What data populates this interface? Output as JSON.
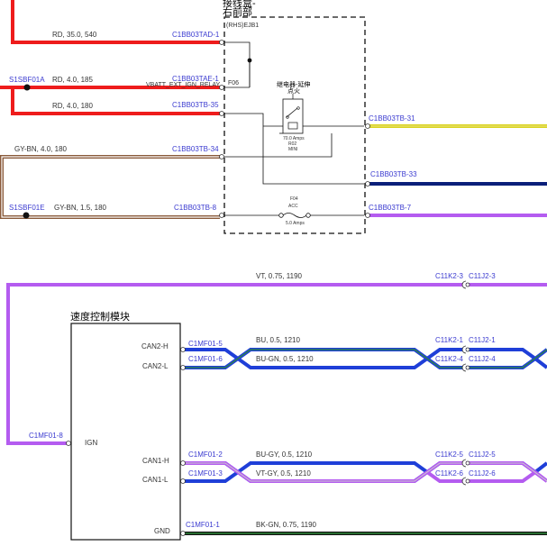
{
  "colors": {
    "red": "#ee1c1c",
    "brown": "#8a5a3a",
    "brown_inner": "#ffffff",
    "yellow": "#d9d21f",
    "navy": "#0a1f7a",
    "violet": "#b45cf0",
    "blue": "#1f3fd8",
    "bu_gn_blue": "#1f3fd8",
    "green": "#2f8a3a",
    "pin_text": "#3b3bd0"
  },
  "junction_box": {
    "title_line1": "接线盒-",
    "title_line2": "右前部",
    "ref": "(RHS)EJB1",
    "fuse_f06": "F06",
    "relay": {
      "title_line1": "继电器-延伸",
      "title_line2": "点火",
      "amps": "70.0 Amps",
      "id": "R02",
      "size": "MINI"
    },
    "fuse": {
      "id": "F04",
      "name": "ACC",
      "amps": "5.0 Amps"
    }
  },
  "wires_top": [
    {
      "label": "RD, 35.0, 540",
      "connector": "C1BB03TAD-1"
    },
    {
      "splice": "S1SBF01A",
      "label": "RD, 4.0, 185",
      "connector": "C1BB03TAE-1",
      "extra": "VBATT_EXT_IGN_RELAY"
    },
    {
      "label": "RD, 4.0, 180",
      "connector": "C1BB03TB-35"
    },
    {
      "label": "GY-BN, 4.0, 180",
      "connector": "C1BB03TB-34"
    },
    {
      "splice": "S1SBF01E",
      "label": "GY-BN, 1.5, 180",
      "connector": "C1BB03TB-8"
    }
  ],
  "outputs": [
    {
      "connector": "C1BB03TB-31"
    },
    {
      "connector": "C1BB03TB-33"
    },
    {
      "connector": "C1BB03TB-7"
    }
  ],
  "module": {
    "title": "速度控制模块",
    "pins": {
      "can2h": "CAN2-H",
      "can2l": "CAN2-L",
      "ign": "IGN",
      "can1h": "CAN1-H",
      "can1l": "CAN1-L",
      "gnd": "GND"
    }
  },
  "vt_wire": {
    "label": "VT, 0.75, 1190",
    "conn_a": "C11K2-3",
    "conn_b": "C11J2-3",
    "module_conn": "C1MF01-8"
  },
  "can_wires": [
    {
      "pin_conn": "C1MF01-5",
      "label": "BU, 0.5, 1210",
      "conn_a": "C11K2-1",
      "conn_b": "C11J2-1"
    },
    {
      "pin_conn": "C1MF01-6",
      "label": "BU-GN, 0.5, 1210",
      "conn_a": "C11K2-4",
      "conn_b": "C11J2-4"
    },
    {
      "pin_conn": "C1MF01-2",
      "label": "BU-GY, 0.5, 1210",
      "conn_a": "C11K2-5",
      "conn_b": "C11J2-5"
    },
    {
      "pin_conn": "C1MF01-3",
      "label": "VT-GY, 0.5, 1210",
      "conn_a": "C11K2-6",
      "conn_b": "C11J2-6"
    }
  ],
  "gnd_wire": {
    "pin_conn": "C1MF01-1",
    "label": "BK-GN, 0.75, 1190"
  }
}
